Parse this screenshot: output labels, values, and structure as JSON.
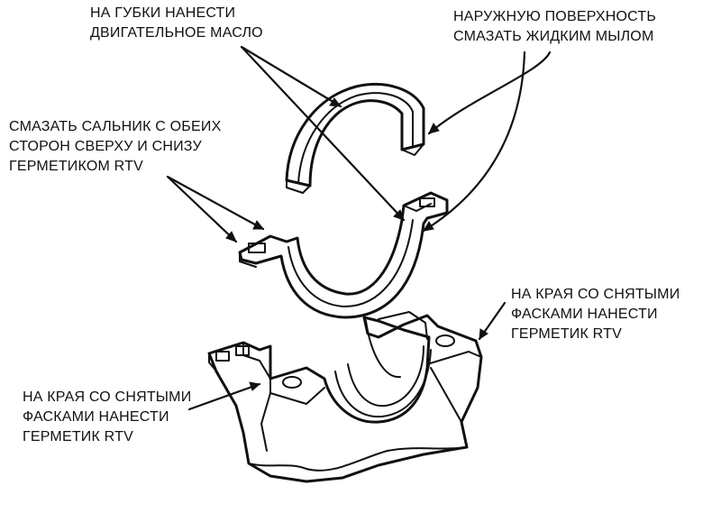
{
  "labels": {
    "oil": [
      "НА ГУБКИ НАНЕСТИ",
      "ДВИГАТЕЛЬНОЕ МАСЛО"
    ],
    "soap": [
      "НАРУЖНУЮ ПОВЕРХНОСТЬ",
      "СМАЗАТЬ ЖИДКИМ МЫЛОМ"
    ],
    "seal": [
      "СМАЗАТЬ САЛЬНИК С ОБЕИХ",
      "СТОРОН СВЕРХУ И СНИЗУ",
      "ГЕРМЕТИКОМ RTV"
    ],
    "edge_right": [
      "НА КРАЯ СО СНЯТЫМИ",
      "ФАСКАМИ НАНЕСТИ",
      "ГЕРМЕТИК RTV"
    ],
    "edge_left": [
      "НА КРАЯ СО СНЯТЫМИ",
      "ФАСКАМИ НАНЕСТИ",
      "ГЕРМЕТИК RTV"
    ]
  }
}
